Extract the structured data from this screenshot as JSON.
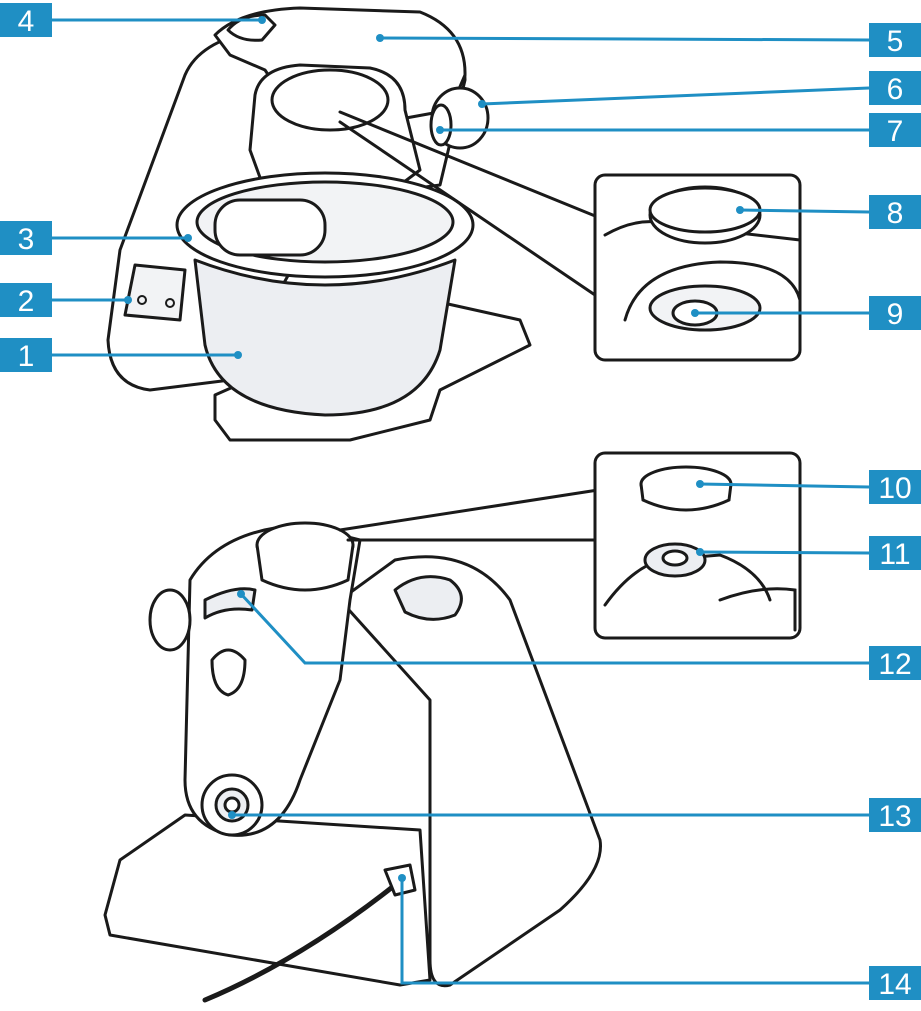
{
  "colors": {
    "accent": "#1f8fc4",
    "label_text": "#ffffff",
    "outline": "#1a1a1a",
    "bowl_fill": "#eceef2",
    "panel_fill": "#f2f3f5"
  },
  "callouts": [
    {
      "number": "1",
      "part": "bowl"
    },
    {
      "number": "2",
      "part": "control-panel"
    },
    {
      "number": "3",
      "part": "bowl-lid"
    },
    {
      "number": "4",
      "part": "release-button"
    },
    {
      "number": "5",
      "part": "housing-top"
    },
    {
      "number": "6",
      "part": "rotary-switch"
    },
    {
      "number": "7",
      "part": "rotary-switch-base"
    },
    {
      "number": "8",
      "part": "drive-cover"
    },
    {
      "number": "9",
      "part": "drive"
    },
    {
      "number": "10",
      "part": "upper-drive-cover"
    },
    {
      "number": "11",
      "part": "upper-drive"
    },
    {
      "number": "12",
      "part": "swivel-arm-slot"
    },
    {
      "number": "13",
      "part": "front-drive"
    },
    {
      "number": "14",
      "part": "power-cord"
    }
  ]
}
